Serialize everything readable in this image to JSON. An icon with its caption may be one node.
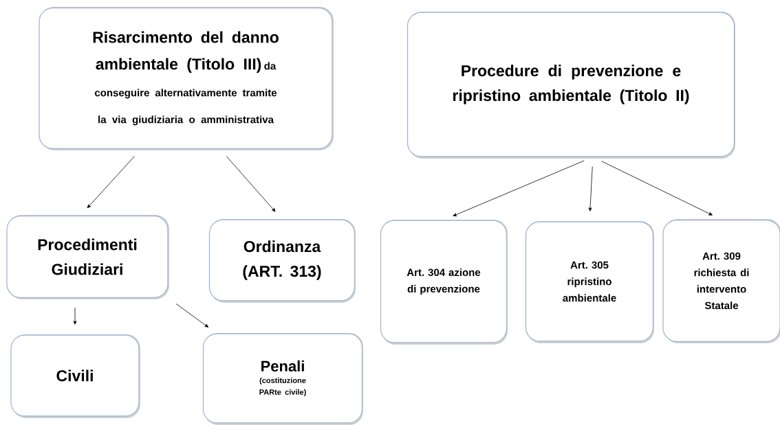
{
  "diagram": {
    "nodes": [
      {
        "text": [
          "Risarcimento del danno ambientale (Titolo III)",
          "da conseguire alternativamente tramite la via giudiziaria o amministrativa"
        ]
      },
      {
        "text": [
          "Procedimenti Giudiziari"
        ]
      },
      {
        "text": [
          "Ordinanza (ART. 313)"
        ]
      },
      {
        "text": [
          "Civili"
        ]
      },
      {
        "text": [
          "Penali",
          "(costituzione PARte civile)"
        ]
      },
      {
        "text": [
          "Procedure di prevenzione e ripristino ambientale (Titolo II)"
        ]
      },
      {
        "text": [
          "Art. 304 azione di prevenzione"
        ]
      },
      {
        "text": [
          "Art. 305 ripristino ambientale"
        ]
      },
      {
        "text": [
          "Art. 309 richiesta di intervento Statale"
        ]
      }
    ],
    "edges": [
      {
        "from": 0,
        "to": 1,
        "arrow": "to"
      },
      {
        "from": 0,
        "to": 2,
        "arrow": "to"
      },
      {
        "from": 1,
        "to": 3,
        "arrow": "to"
      },
      {
        "from": 1,
        "to": 4,
        "arrow": "to"
      },
      {
        "from": 5,
        "to": 6,
        "arrow": "to"
      },
      {
        "from": 5,
        "to": 7,
        "arrow": "to"
      },
      {
        "from": 5,
        "to": 8,
        "arrow": "to"
      }
    ]
  }
}
